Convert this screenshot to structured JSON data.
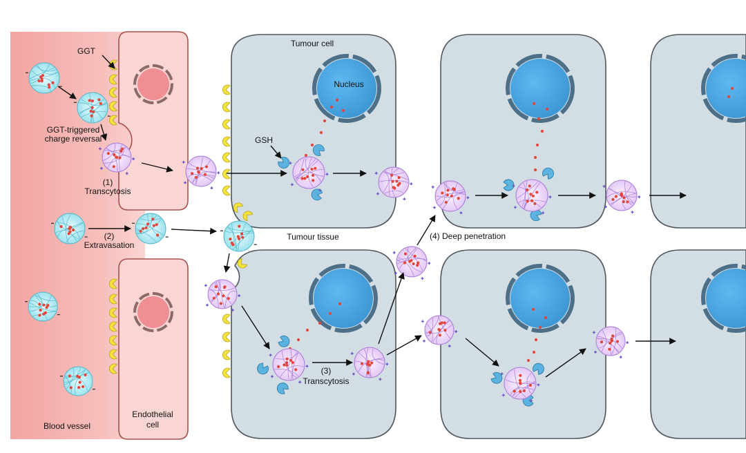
{
  "labels": {
    "ggt": "GGT",
    "ggt_triggered_1": "GGT-triggered",
    "ggt_triggered_2": "charge reversal",
    "transcytosis1_num": "(1)",
    "transcytosis1": "Transcytosis",
    "extravasation_num": "(2)",
    "extravasation": "Extravasation",
    "blood_vessel": "Blood vessel",
    "endothelial_1": "Endothelial",
    "endothelial_2": "cell",
    "tumour_cell": "Tumour cell",
    "nucleus": "Nucleus",
    "gsh": "GSH",
    "tumour_tissue": "Tumour tissue",
    "transcytosis3_num": "(3)",
    "transcytosis3": "Transcytosis",
    "deep_penetration": "(4) Deep penetration"
  },
  "colors": {
    "blood_vessel": "#f4a9a6",
    "endothelial_fill": "#f9d6d3",
    "endothelial_stroke": "#a8524e",
    "tumour_fill": "#d3dde4",
    "tumour_stroke": "#4f565c",
    "nucleus": "#4aa9e6",
    "nucleus_rim": "#4e6f88",
    "endo_nucleus": "#ef8f94",
    "ggt": "#f3e33c",
    "gsh": "#5db3e0",
    "np_cyan": "#8fdce8",
    "np_purple": "#d6b2f2",
    "drug": "#e4453a",
    "charge": "#6b4fc4"
  }
}
